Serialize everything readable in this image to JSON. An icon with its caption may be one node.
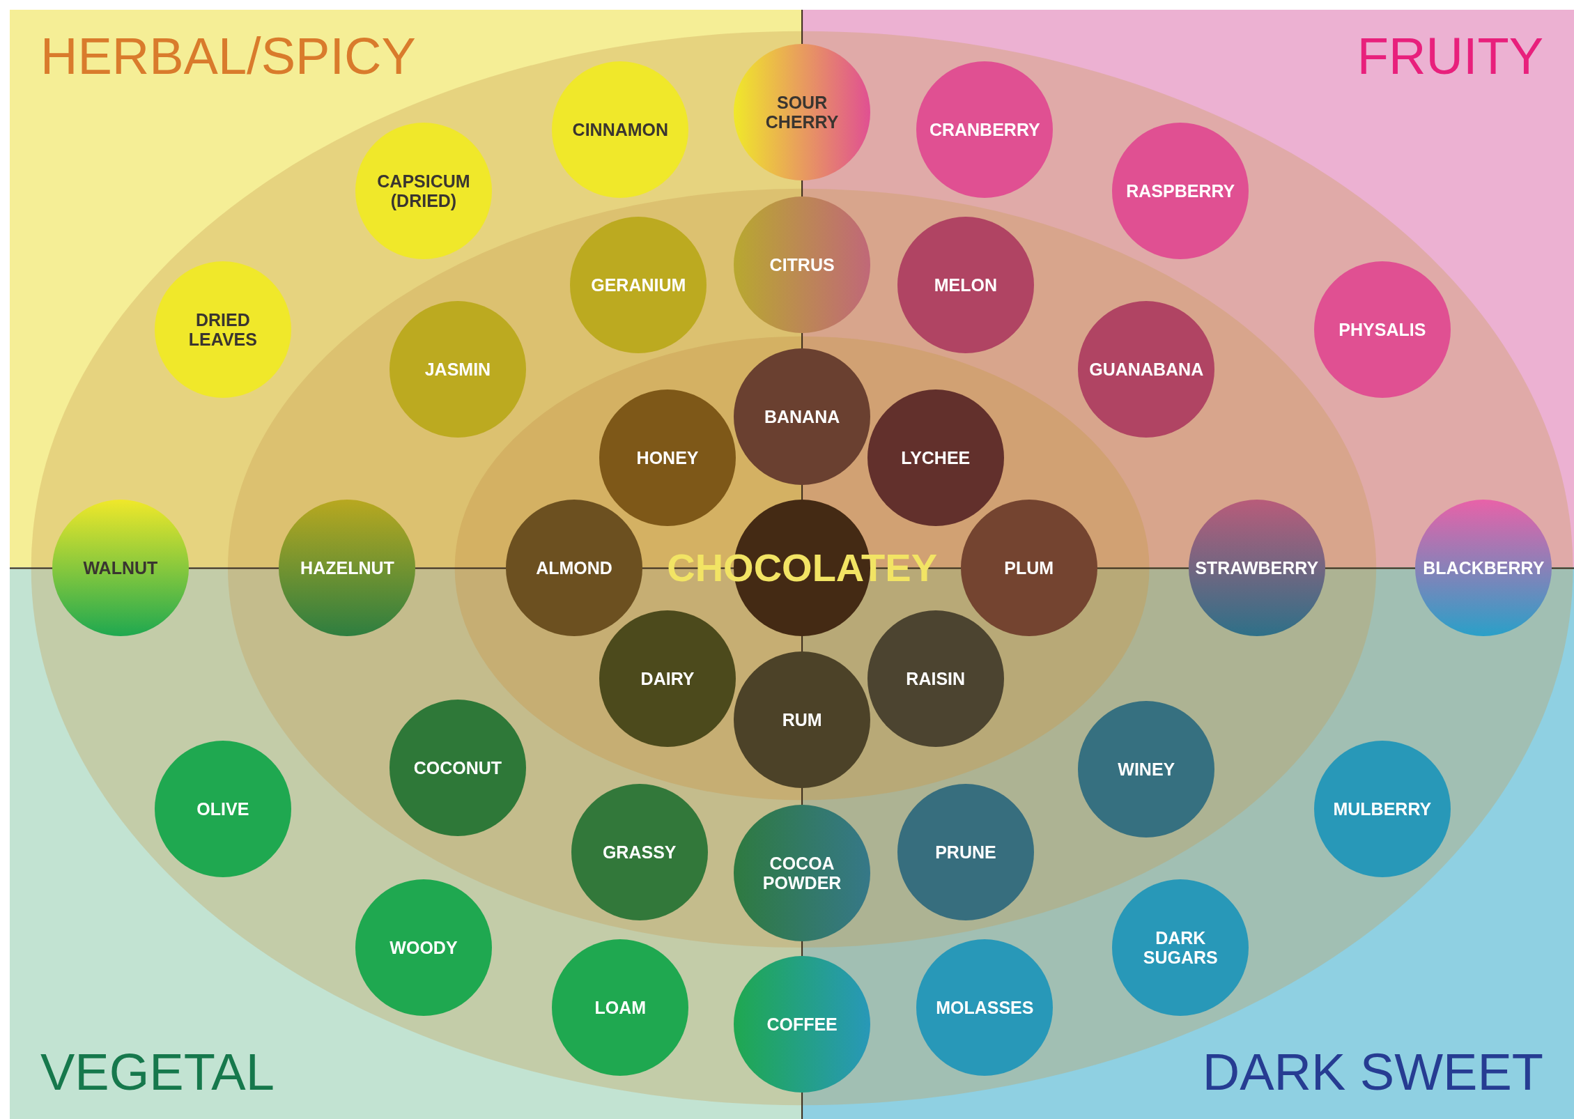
{
  "diagram": {
    "nodes": [
      {
        "text": [
          "HERBAL/SPICY"
        ]
      },
      {
        "text": [
          "FRUITY"
        ]
      },
      {
        "text": [
          "VEGETAL"
        ]
      },
      {
        "text": [
          "DARK SWEET"
        ]
      },
      {
        "text": [
          "SOUR CHERRY"
        ]
      },
      {
        "text": [
          "CINNAMON"
        ],
        "in": 0
      },
      {
        "text": [
          "CRANBERRY"
        ],
        "in": 1
      },
      {
        "text": [
          "CAPSICUM (DRIED)"
        ],
        "in": 0
      },
      {
        "text": [
          "RASPBERRY"
        ],
        "in": 1
      },
      {
        "text": [
          "CITRUS"
        ]
      },
      {
        "text": [
          "GERANIUM"
        ],
        "in": 0
      },
      {
        "text": [
          "MELON"
        ],
        "in": 1
      },
      {
        "text": [
          "DRIED LEAVES"
        ],
        "in": 0
      },
      {
        "text": [
          "PHYSALIS"
        ],
        "in": 1
      },
      {
        "text": [
          "JASMIN"
        ],
        "in": 0
      },
      {
        "text": [
          "GUANABANA"
        ],
        "in": 1
      },
      {
        "text": [
          "BANANA"
        ]
      },
      {
        "text": [
          "HONEY"
        ],
        "in": 0
      },
      {
        "text": [
          "LYCHEE"
        ],
        "in": 1
      },
      {
        "text": [
          "WALNUT"
        ]
      },
      {
        "text": [
          "HAZELNUT"
        ]
      },
      {
        "text": [
          "ALMOND"
        ]
      },
      {
        "text": [
          "CHOCOLATEY"
        ]
      },
      {
        "text": [
          "PLUM"
        ]
      },
      {
        "text": [
          "STRAWBERRY"
        ]
      },
      {
        "text": [
          "BLACKBERRY"
        ]
      },
      {
        "text": [
          "DAIRY"
        ],
        "in": 2
      },
      {
        "text": [
          "RAISIN"
        ],
        "in": 3
      },
      {
        "text": [
          "RUM"
        ]
      },
      {
        "text": [
          "COCONUT"
        ],
        "in": 2
      },
      {
        "text": [
          "WINEY"
        ],
        "in": 3
      },
      {
        "text": [
          "OLIVE"
        ],
        "in": 2
      },
      {
        "text": [
          "MULBERRY"
        ],
        "in": 3
      },
      {
        "text": [
          "GRASSY"
        ],
        "in": 2
      },
      {
        "text": [
          "COCOA POWDER"
        ]
      },
      {
        "text": [
          "PRUNE"
        ],
        "in": 3
      },
      {
        "text": [
          "WOODY"
        ],
        "in": 2
      },
      {
        "text": [
          "DARK SUGARS"
        ],
        "in": 3
      },
      {
        "text": [
          "LOAM"
        ],
        "in": 2
      },
      {
        "text": [
          "MOLASSES"
        ],
        "in": 3
      },
      {
        "text": [
          "COFFEE"
        ]
      }
    ]
  }
}
